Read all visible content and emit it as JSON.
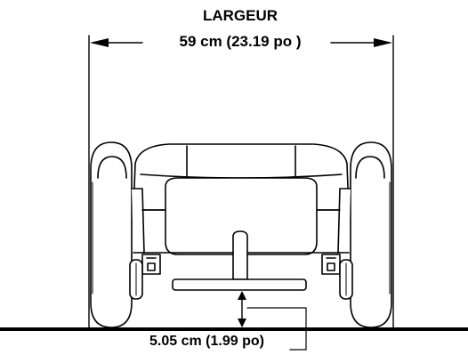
{
  "diagram": {
    "width_label": "LARGEUR",
    "width_value": "59 cm (23.19 po )",
    "clearance_value": "5.05 cm (1.99 po)",
    "line_color": "#000000",
    "background": "#ffffff"
  }
}
